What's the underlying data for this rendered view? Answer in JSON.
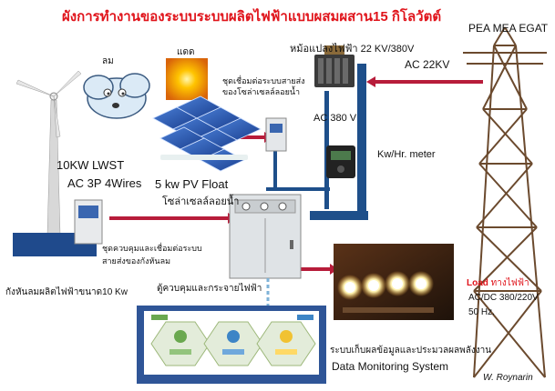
{
  "title": "ผังการทำงานของระบบระบบผลิตไฟฟ้าแบบผสมผสาน15 กิโลวัตต์",
  "labels": {
    "grid": "PEA MEA EGAT",
    "wind_icon": "ลม",
    "sun_icon": "แดด",
    "transformer": "หม้อแปลงไฟฟ้า 22 KV/380V",
    "ac_22kv": "AC 22KV",
    "pv_junction_1": "ชุดเชื่อมต่อระบบสายส่ง",
    "pv_junction_2": "ของโซล่าเซลล์ลอยน้ำ",
    "ac_380v": "AC 380 V",
    "meter": "Kw/Hr. meter",
    "turbine_rating": "10KW LWST",
    "turbine_ac": "AC 3P 4Wires",
    "pv_rating": "5 kw PV Float",
    "pv_name": "โซล่าเซลล์ลอยน้ำ",
    "wind_ctrl_1": "ชุดควบคุมและเชื่อมต่อระบบ",
    "wind_ctrl_2": "สายส่งของกังหันลม",
    "turbine_name": "กังหันลมผลิตไฟฟ้าขนาด10 Kw",
    "distribution": "ตู้ควบคุมและกระจายไฟฟ้า",
    "load_red": "Load",
    "load_rest": "ทางไฟฟ้า",
    "load_ac": "AC/DC 380/220V",
    "load_hz": "50 Hz.",
    "monitoring_th": "ระบบเก็บผลข้อมูลและประมวลผลพลังงาน",
    "monitoring_en": "Data Monitoring System",
    "author": "W. Roynarin"
  },
  "colors": {
    "title": "#e0141b",
    "power_line": "#b71c3a",
    "busbar": "#1e4f8a",
    "monitor_frame": "#2f5597"
  }
}
